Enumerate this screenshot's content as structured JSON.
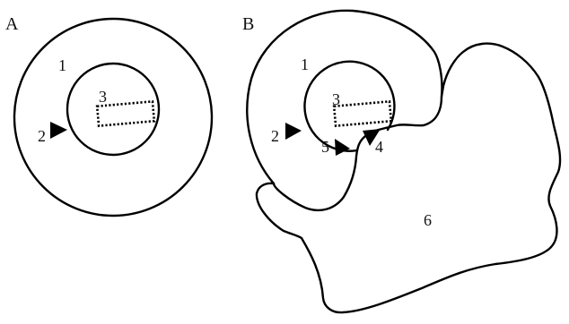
{
  "panels": {
    "a": {
      "title": "A",
      "labels": {
        "outer": "1",
        "entrance": "2",
        "inner": "3"
      }
    },
    "b": {
      "title": "B",
      "labels": {
        "outer": "1",
        "entrance": "2",
        "inner": "3",
        "arrow_right": "4",
        "arrow_left": "5",
        "region": "6"
      }
    }
  },
  "colors": {
    "line": "#000000",
    "background": "#ffffff"
  }
}
